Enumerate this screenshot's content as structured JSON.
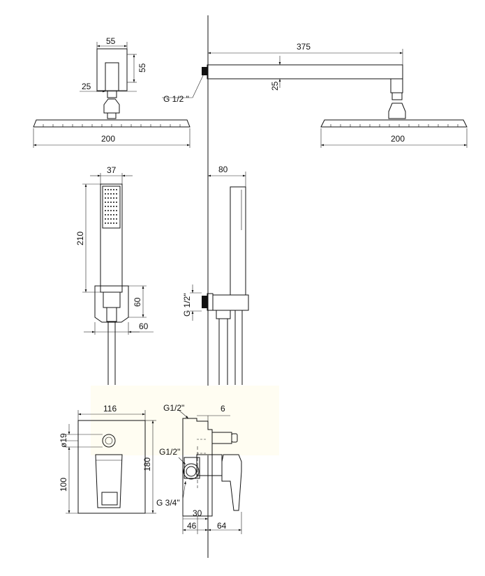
{
  "dimensions": {
    "head_mount_width": "55",
    "head_mount_height": "55",
    "head_neck": "25",
    "head_diameter_left": "200",
    "arm_length": "375",
    "arm_height": "25",
    "wall_thread_top": "G 1/2 \"",
    "head_diameter_right": "200",
    "hand_shower_width": "37",
    "hand_shower_length": "210",
    "holder_height": "60",
    "holder_width": "60",
    "hand_shower_depth": "80",
    "holder_thread": "G 1/2\"",
    "plate_width": "116",
    "knob_diameter": "ø19",
    "plate_height": "180",
    "lever_offset": "100",
    "valve_thread_top": "G1/2\"",
    "valve_wall_offset": "6",
    "valve_thread_mid": "G1/2\"",
    "valve_thread_bottom": "G 3/4\"",
    "valve_depth_30": "30",
    "valve_depth_46": "46",
    "lever_projection": "64"
  }
}
